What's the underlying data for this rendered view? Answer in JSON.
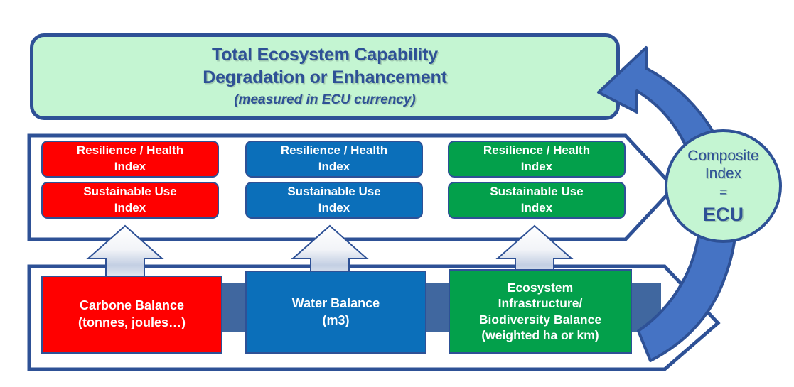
{
  "diagram": {
    "title_lines": [
      "Total Ecosystem Capability",
      "Degradation or Enhancement"
    ],
    "subtitle": "(measured in ECU currency)",
    "colors": {
      "frame_blue": "#2e5196",
      "arrow_blue": "#4573c4",
      "connector_blue": "#40679f",
      "banner_green": "#c4f5d2",
      "red": "#ff0000",
      "blue": "#0b6fba",
      "green": "#03a04b",
      "text_blue": "#2e5196",
      "white": "#ffffff"
    },
    "index_columns": [
      {
        "id": "carbon",
        "color": "#ff0000",
        "boxes": [
          {
            "line1": "Resilience / Health",
            "line2": "Index"
          },
          {
            "line1": "Sustainable Use",
            "line2": "Index"
          }
        ]
      },
      {
        "id": "water",
        "color": "#0b6fba",
        "boxes": [
          {
            "line1": "Resilience / Health",
            "line2": "Index"
          },
          {
            "line1": "Sustainable Use",
            "line2": "Index"
          }
        ]
      },
      {
        "id": "ecosystem",
        "color": "#03a04b",
        "boxes": [
          {
            "line1": "Resilience / Health",
            "line2": "Index"
          },
          {
            "line1": "Sustainable Use",
            "line2": "Index"
          }
        ]
      }
    ],
    "balances": [
      {
        "id": "carbon-balance",
        "color": "#ff0000",
        "lines": [
          "Carbone Balance",
          "(tonnes, joules…)"
        ]
      },
      {
        "id": "water-balance",
        "color": "#0b6fba",
        "lines": [
          "Water Balance",
          "(m3)"
        ]
      },
      {
        "id": "ecosystem-balance",
        "color": "#03a04b",
        "lines": [
          "Ecosystem",
          "Infrastructure/",
          "Biodiversity Balance",
          "(weighted ha or km)"
        ]
      }
    ],
    "composite": {
      "line1": "Composite",
      "line2": "Index",
      "equals": "=",
      "value": "ECU"
    }
  }
}
